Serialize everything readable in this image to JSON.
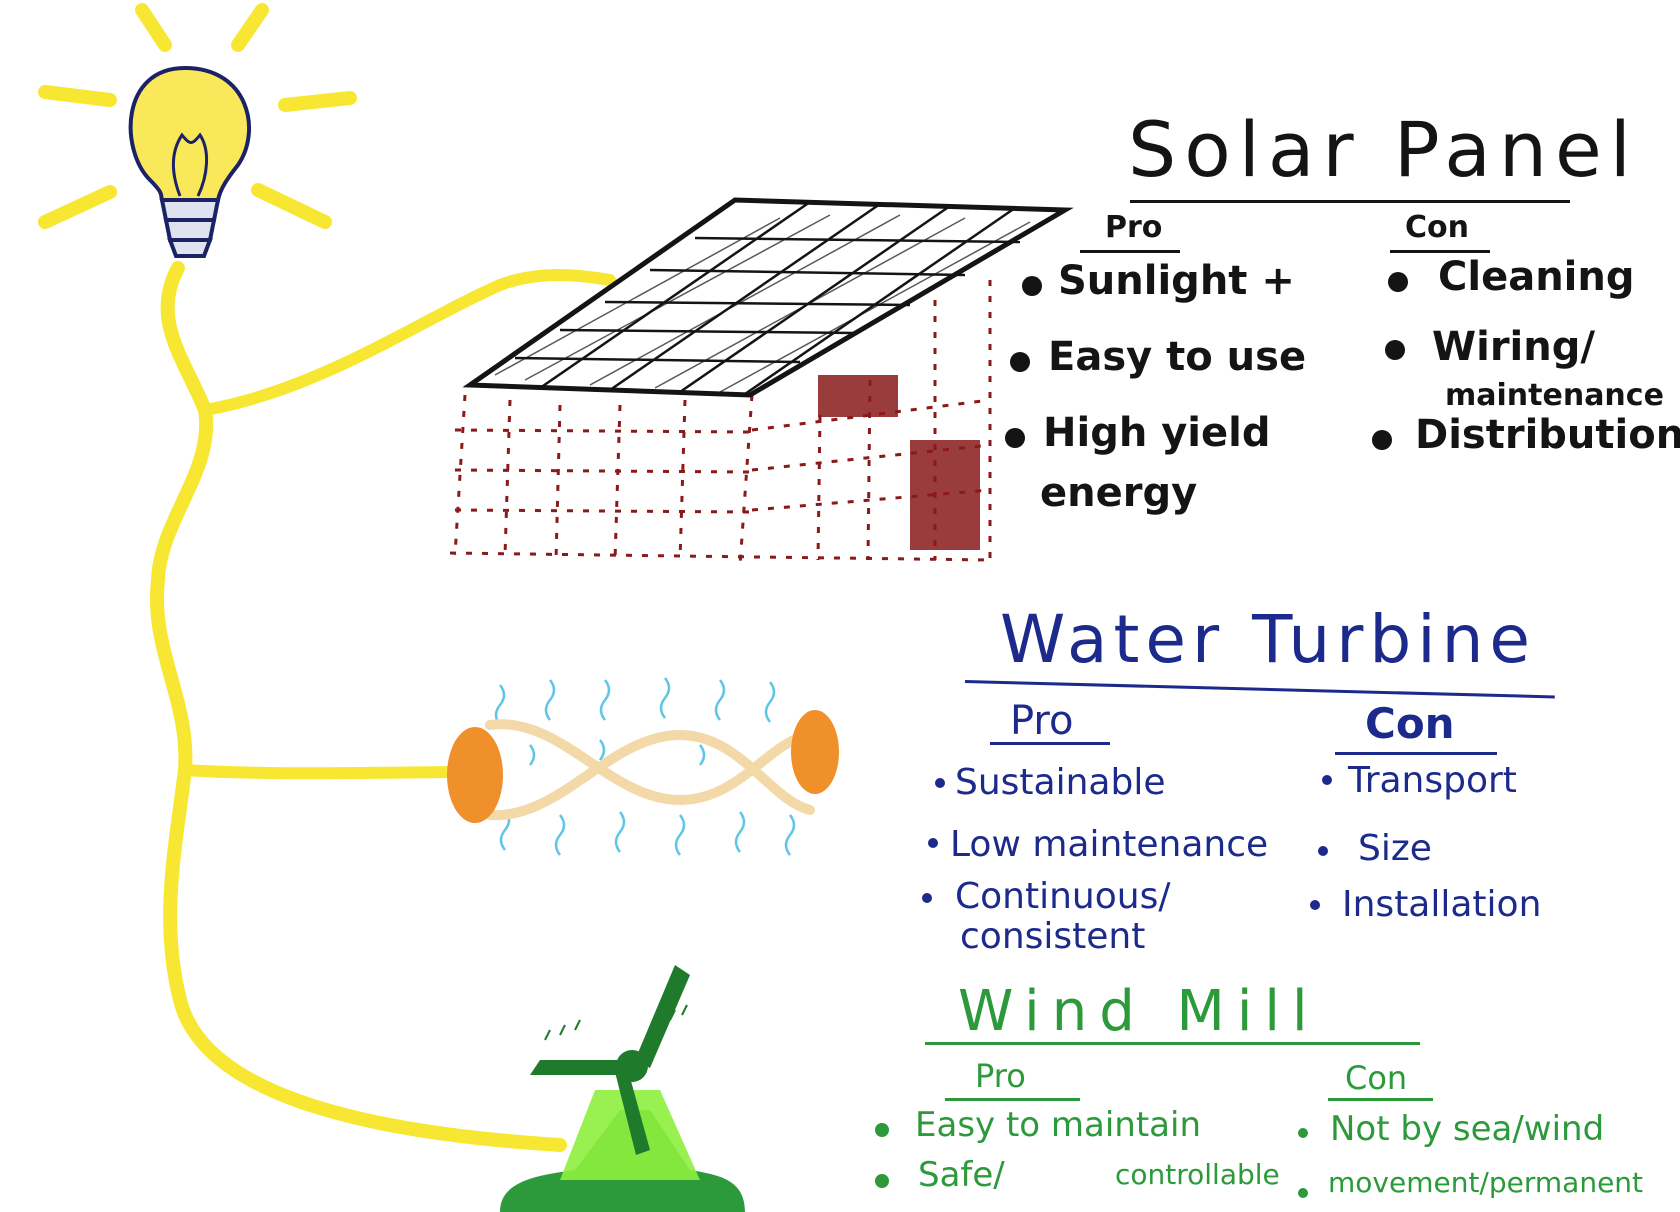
{
  "colors": {
    "solar_ink": "#141414",
    "water_ink": "#1c2a8c",
    "wind_ink": "#2c9a3a",
    "wire_yellow": "#f7e733",
    "brick_red": "#8a1a1a",
    "turbine_orange": "#f0902a",
    "water_blue": "#5ec6e6"
  },
  "icons": [
    "lightbulb-icon",
    "solar-house-icon",
    "water-turbine-icon",
    "windmill-icon"
  ],
  "solar": {
    "title": "Solar Panel",
    "pro_heading": "Pro",
    "con_heading": "Con",
    "pros": [
      "Sunlight +",
      "Easy to use",
      "High yield",
      "energy"
    ],
    "cons": [
      "Cleaning",
      "Wiring/",
      "maintenance",
      "Distribution"
    ]
  },
  "water": {
    "title": "Water Turbine",
    "pro_heading": "Pro",
    "con_heading": "Con",
    "pros": [
      "Sustainable",
      "Low maintenance",
      "Continuous/",
      "consistent"
    ],
    "cons": [
      "Transport",
      "Size",
      "Installation"
    ]
  },
  "wind": {
    "title": "Wind Mill",
    "pro_heading": "Pro",
    "con_heading": "Con",
    "pros": [
      "Easy to maintain",
      "Safe/",
      "controllable"
    ],
    "cons": [
      "Not by sea/wind",
      "movement/permanent"
    ]
  }
}
